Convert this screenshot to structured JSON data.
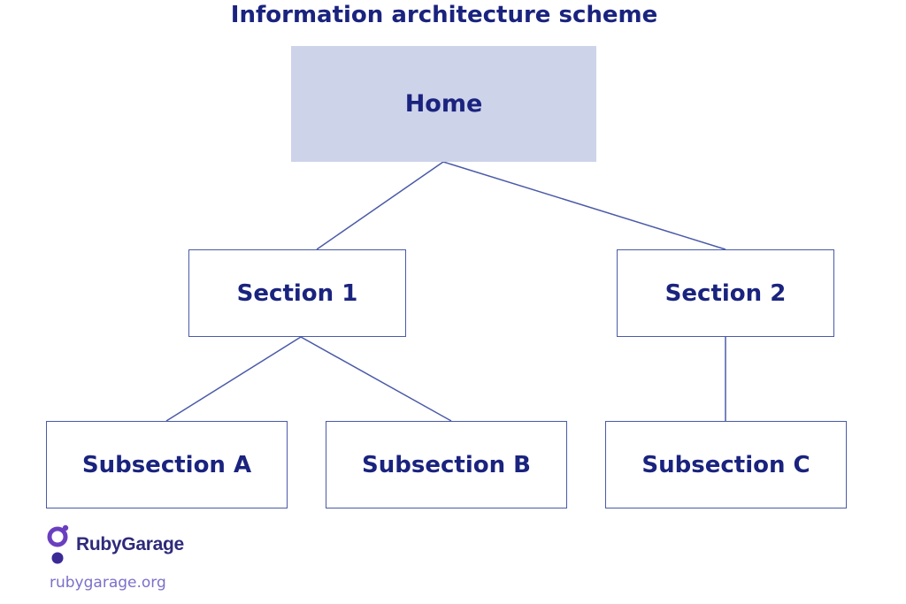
{
  "title": "Information architecture scheme",
  "nodes": {
    "home": "Home",
    "section1": "Section 1",
    "section2": "Section 2",
    "subsectionA": "Subsection A",
    "subsectionB": "Subsection B",
    "subsectionC": "Subsection C"
  },
  "edges": [
    [
      "home",
      "section1"
    ],
    [
      "home",
      "section2"
    ],
    [
      "section1",
      "subsectionA"
    ],
    [
      "section1",
      "subsectionB"
    ],
    [
      "section2",
      "subsectionC"
    ]
  ],
  "colors": {
    "text": "#1a237e",
    "home_fill": "#cdd3e9",
    "line": "#4a5aa8",
    "logo_purple": "#6a3fbf",
    "site_text": "#7b70c9"
  },
  "branding": {
    "logo_text": "RubyGarage",
    "site": "rubygarage.org"
  }
}
